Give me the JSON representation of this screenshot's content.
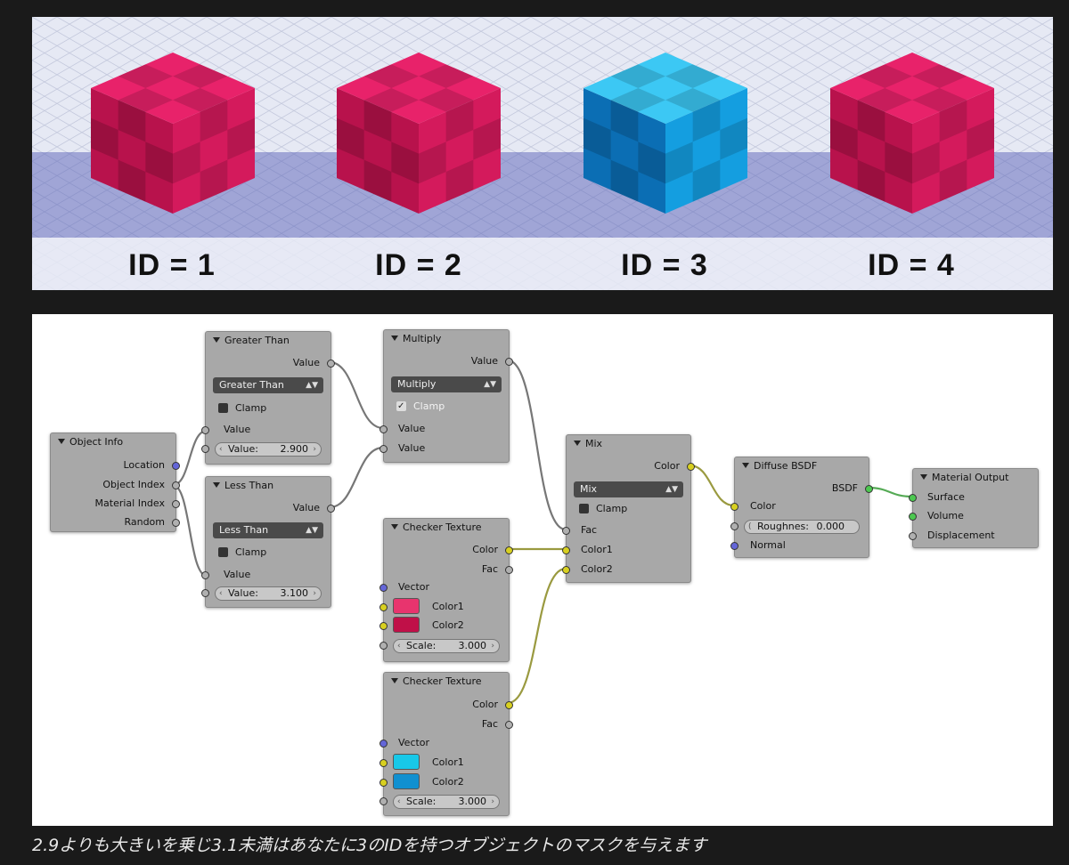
{
  "top_image": {
    "labels": [
      "ID = 1",
      "ID = 2",
      "ID = 3",
      "ID = 4"
    ],
    "colors": {
      "cube_pink": "#e8226a",
      "cube_pink_dark": "#b8124c",
      "cube_blue": "#149ee0",
      "cube_blue_light": "#3cc8f4",
      "floor": "#e6e9f4",
      "shadow": "#5a62b8"
    }
  },
  "nodes": {
    "object_info": {
      "title": "Object Info",
      "outputs": [
        "Location",
        "Object Index",
        "Material Index",
        "Random"
      ]
    },
    "greater_than": {
      "title": "Greater Than",
      "output": "Value",
      "operation": "Greater Than",
      "clamp": "Clamp",
      "input": "Value",
      "field_label": "Value:",
      "field_value": "2.900"
    },
    "less_than": {
      "title": "Less Than",
      "output": "Value",
      "operation": "Less Than",
      "clamp": "Clamp",
      "input": "Value",
      "field_label": "Value:",
      "field_value": "3.100"
    },
    "multiply": {
      "title": "Multiply",
      "output": "Value",
      "operation": "Multiply",
      "clamp": "Clamp",
      "input1": "Value",
      "input2": "Value"
    },
    "checker1": {
      "title": "Checker Texture",
      "out_color": "Color",
      "out_fac": "Fac",
      "vector": "Vector",
      "color1": "Color1",
      "color2": "Color2",
      "scale_label": "Scale:",
      "scale_value": "3.000",
      "swatch1": "#e8346e",
      "swatch2": "#c01048"
    },
    "checker2": {
      "title": "Checker Texture",
      "out_color": "Color",
      "out_fac": "Fac",
      "vector": "Vector",
      "color1": "Color1",
      "color2": "Color2",
      "scale_label": "Scale:",
      "scale_value": "3.000",
      "swatch1": "#18c8e8",
      "swatch2": "#1090d0"
    },
    "mix": {
      "title": "Mix",
      "output": "Color",
      "blend": "Mix",
      "clamp": "Clamp",
      "fac": "Fac",
      "color1": "Color1",
      "color2": "Color2"
    },
    "diffuse": {
      "title": "Diffuse BSDF",
      "output": "BSDF",
      "color": "Color",
      "rough_label": "Roughnes:",
      "rough_value": "0.000",
      "normal": "Normal"
    },
    "output": {
      "title": "Material Output",
      "surface": "Surface",
      "volume": "Volume",
      "displacement": "Displacement"
    }
  },
  "caption": "2.9よりも大きいを乗じ3.1未満はあなたに3のIDを持つオブジェクトのマスクを与えます"
}
